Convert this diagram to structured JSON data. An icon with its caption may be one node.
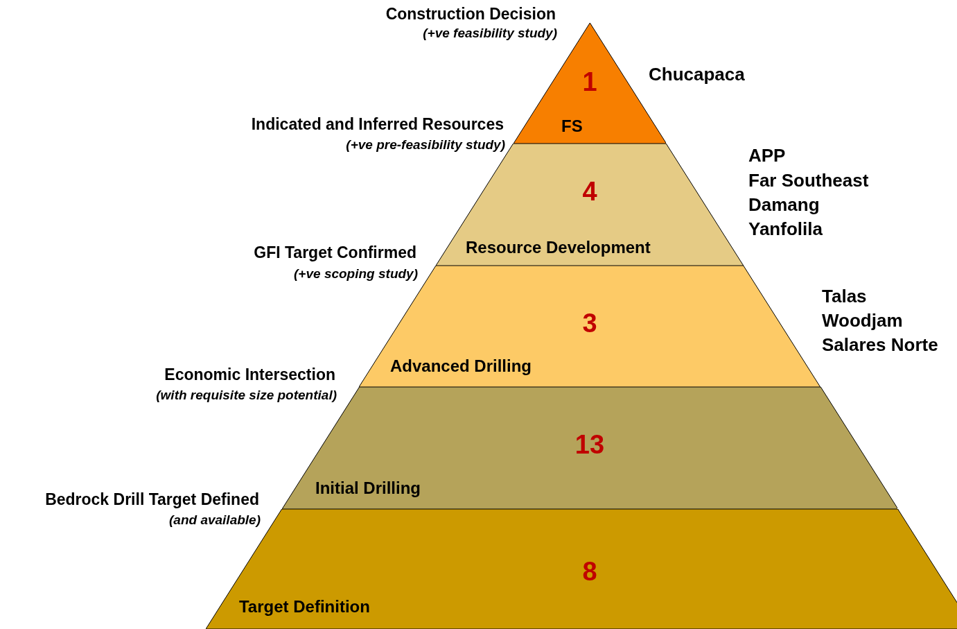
{
  "diagram": {
    "nodes": [
      {
        "text": [
          "1",
          "FS"
        ]
      },
      {
        "text": [
          "4",
          "Resource Development"
        ]
      },
      {
        "text": [
          "3",
          "Advanced Drilling"
        ]
      },
      {
        "text": [
          "13",
          "Initial Drilling"
        ]
      },
      {
        "text": [
          "8",
          "Target Definition"
        ]
      }
    ],
    "labels": [
      "Construction Decision",
      "(+ve feasibility study)",
      "Chucapaca",
      "Indicated and Inferred Resources",
      "(+ve pre-feasibility study)",
      "APP",
      "Far Southeast",
      "Damang",
      "Yanfolila",
      "GFI Target Confirmed",
      "(+ve scoping study)",
      "Talas",
      "Woodjam",
      "Salares Norte",
      "Economic Intersection",
      "(with requisite size potential)",
      "Bedrock Drill Target Defined",
      "(and available)"
    ]
  }
}
